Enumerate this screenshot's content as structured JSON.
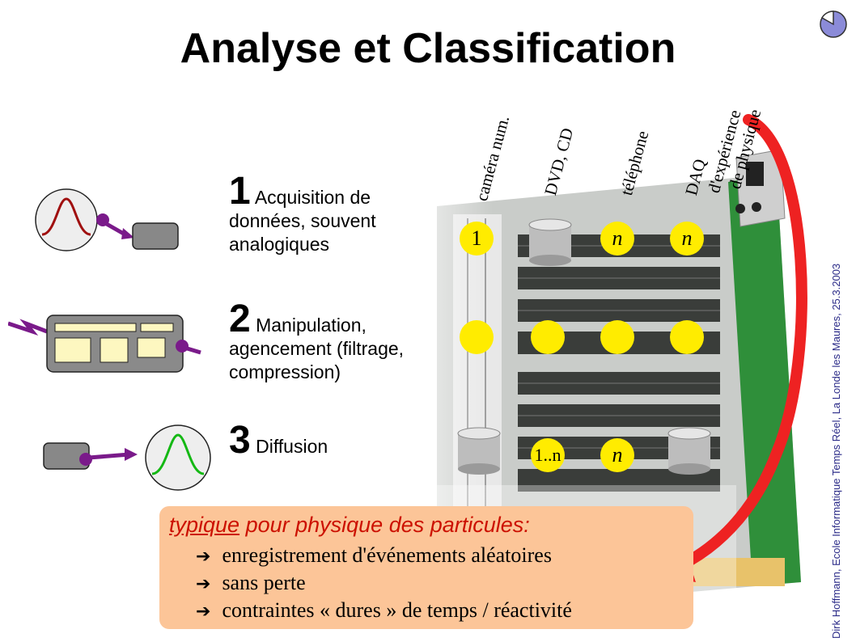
{
  "title": "Analyse et Classification",
  "credit": "Dirk Hoffmann, Ecole Informatique Temps Réel, La Londe les Maures, 25.3.2003",
  "columns": [
    "caméra num.",
    "DVD, CD",
    "téléphone",
    "DAQ d'expérience de physique"
  ],
  "col_label_lines": {
    "daq1": "DAQ",
    "daq2": "d'expérience",
    "daq3": "de physique"
  },
  "steps": [
    {
      "num": "1",
      "line1": "Acquisition de",
      "line2": "données, souvent",
      "line3": "analogiques"
    },
    {
      "num": "2",
      "line1": "Manipulation,",
      "line2": "agencement (filtrage,",
      "line3": "compression)"
    },
    {
      "num": "3",
      "line1": "Diffusion",
      "line2": "",
      "line3": ""
    }
  ],
  "matrix": {
    "row1": [
      "1",
      "",
      "n",
      "n"
    ],
    "row2": [
      "",
      "",
      "",
      ""
    ],
    "row3": [
      "",
      "1..n",
      "n",
      ""
    ]
  },
  "note": {
    "head_underlined": "typique",
    "head_rest": " pour physique des particules:",
    "items": [
      "enregistrement d'événements aléatoires",
      "sans perte",
      "contraintes « dures » de temps / réactivité"
    ],
    "arrow": "➔"
  },
  "colors": {
    "dot": "#ffec00",
    "note_bg": "#fcc598",
    "note_head": "#cc1100",
    "big_arrow": "#ee2222",
    "board_green": "#2f8f3a",
    "signal_red": "#a01010",
    "signal_green": "#14b814",
    "connector_purple": "#7a1a8a"
  }
}
